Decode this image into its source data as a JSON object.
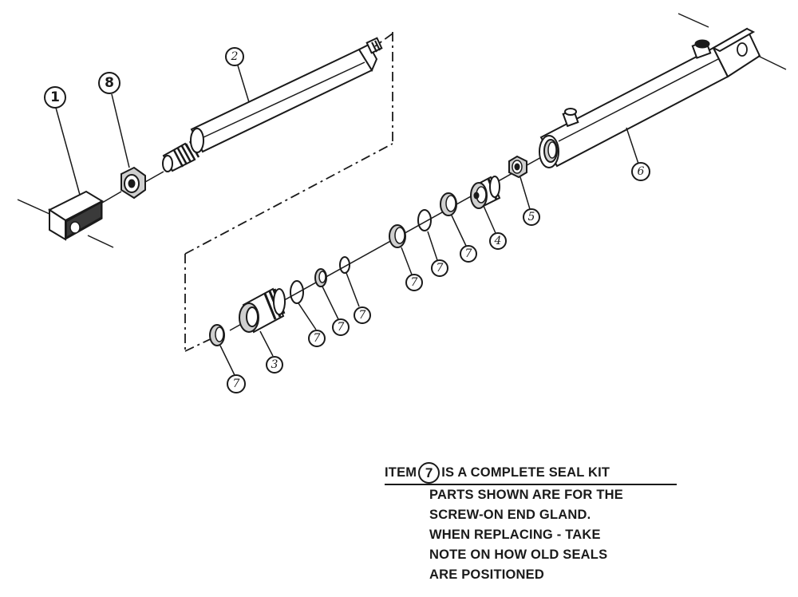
{
  "callouts": {
    "c1": "1",
    "c2": "2",
    "c3": "3",
    "c4": "4",
    "c5": "5",
    "c6": "6",
    "c7": "7",
    "c8": "8"
  },
  "note": {
    "item_word": "ITEM",
    "item_number": "7",
    "line1_rest": "IS A COMPLETE SEAL KIT",
    "line2": "PARTS SHOWN ARE FOR THE",
    "line3": "SCREW-ON END GLAND.",
    "line4": "WHEN REPLACING - TAKE",
    "line5": "NOTE ON HOW OLD SEALS",
    "line6": "ARE POSITIONED"
  }
}
